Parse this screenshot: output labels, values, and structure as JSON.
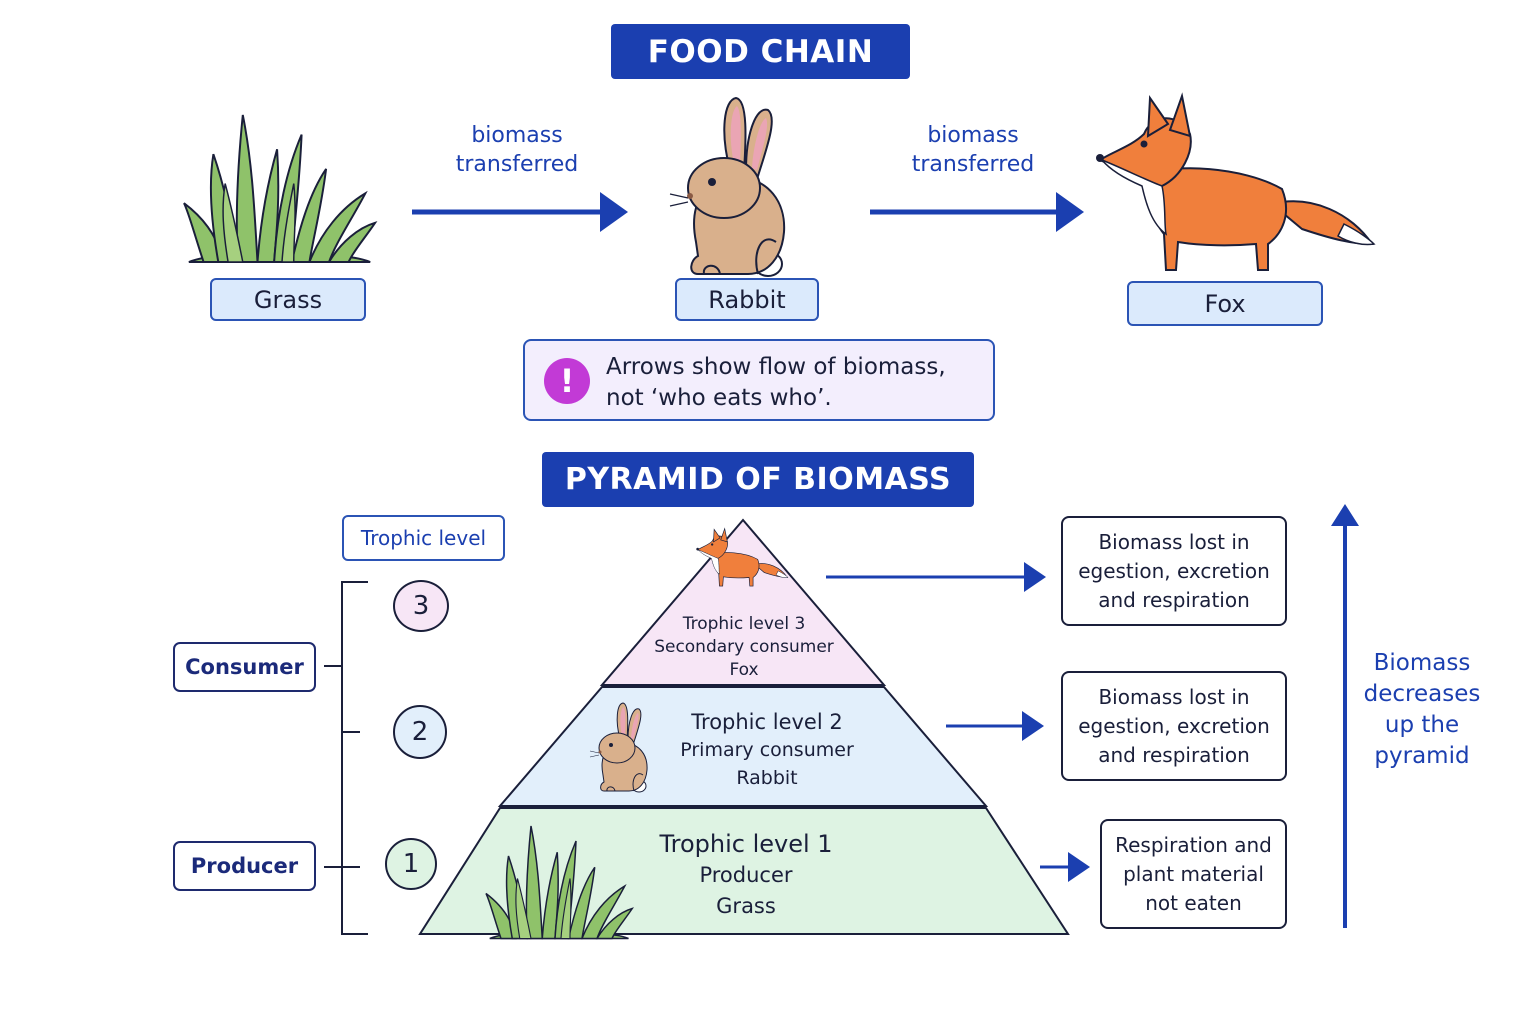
{
  "food_chain": {
    "title": "FOOD CHAIN",
    "organisms": [
      {
        "label": "Grass",
        "icon": "grass-icon"
      },
      {
        "label": "Rabbit",
        "icon": "rabbit-icon"
      },
      {
        "label": "Fox",
        "icon": "fox-icon"
      }
    ],
    "arrow_labels": [
      {
        "line1": "biomass",
        "line2": "transferred"
      },
      {
        "line1": "biomass",
        "line2": "transferred"
      }
    ],
    "note": {
      "icon": "exclamation-icon",
      "line1": "Arrows show flow of biomass,",
      "line2": "not ‘who eats who’."
    }
  },
  "pyramid": {
    "title": "PYRAMID OF BIOMASS",
    "trophic_level_label": "Trophic level",
    "consumer_label": "Consumer",
    "producer_label": "Producer",
    "levels": [
      {
        "number": "3",
        "line1": "Trophic level 3",
        "line2": "Secondary consumer",
        "line3": "Fox"
      },
      {
        "number": "2",
        "line1": "Trophic level 2",
        "line2": "Primary consumer",
        "line3": "Rabbit"
      },
      {
        "number": "1",
        "line1": "Trophic level 1",
        "line2": "Producer",
        "line3": "Grass"
      }
    ],
    "losses": [
      {
        "line1": "Biomass lost in",
        "line2": "egestion, excretion",
        "line3": "and respiration"
      },
      {
        "line1": "Biomass lost in",
        "line2": "egestion, excretion",
        "line3": "and respiration"
      },
      {
        "line1": "Respiration and",
        "line2": "plant material",
        "line3": "not eaten"
      }
    ],
    "trend": {
      "line1": "Biomass",
      "line2": "decreases",
      "line3": "up the",
      "line4": "pyramid"
    }
  },
  "colors": {
    "accent": "#1b3fb0",
    "tier_top": "#f7e6f6",
    "tier_middle": "#e2effb",
    "tier_bottom": "#def3e3",
    "note_icon": "#c23ad6"
  }
}
